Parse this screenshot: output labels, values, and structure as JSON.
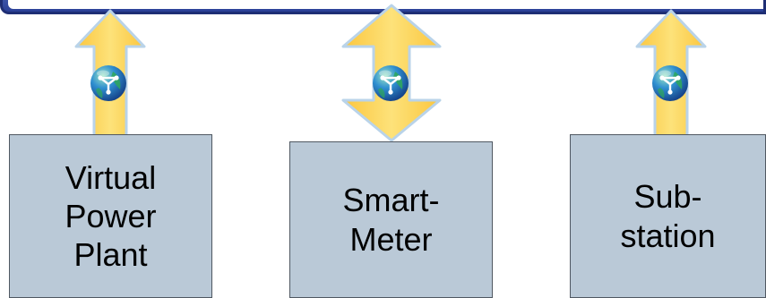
{
  "colors": {
    "bus": "#2f4597",
    "arrow_fill": "#fdd35c",
    "arrow_stroke": "#b9d3e9",
    "box_fill": "#bac9d7",
    "box_border": "#505862"
  },
  "diagram": {
    "nodes": [
      {
        "label": "Virtual\nPower\nPlant",
        "arrow": "up",
        "icon": "network-globe-icon"
      },
      {
        "label": "Smart-\nMeter",
        "arrow": "bidirectional",
        "icon": "network-globe-icon"
      },
      {
        "label": "Sub-\nstation",
        "arrow": "up",
        "icon": "network-globe-icon"
      }
    ]
  }
}
